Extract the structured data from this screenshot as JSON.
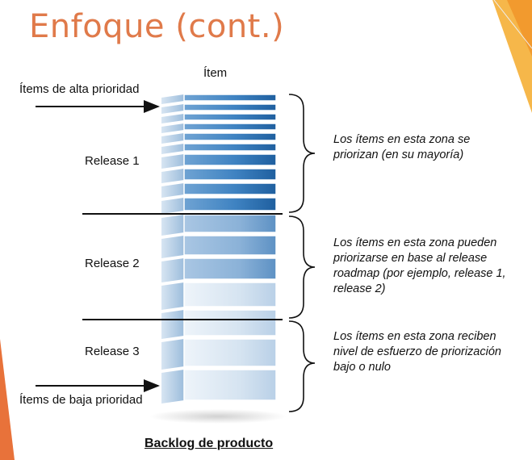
{
  "slide": {
    "title": "Enfoque (cont.)",
    "item_header": "Ítem",
    "caption": "Backlog de producto"
  },
  "arrows": {
    "high_priority": "Ítems de alta prioridad",
    "low_priority": "Ítems de baja prioridad"
  },
  "releases": [
    {
      "label": "Release 1"
    },
    {
      "label": "Release 2"
    },
    {
      "label": "Release 3"
    }
  ],
  "zones": [
    {
      "note": "Los ítems en esta zona se priorizan (en su mayoría)"
    },
    {
      "note": "Los ítems en esta zona pueden priorizarse en base al release roadmap (por ejemplo, release 1, release 2)"
    },
    {
      "note": "Los ítems en esta zona reciben nivel de esfuerzo de priorización bajo o nulo"
    }
  ],
  "colors": {
    "title": "#e07a4a",
    "accent_orange": "#f0a030",
    "stack_dark": "#2a6fb0",
    "stack_light": "#d8e6f3"
  }
}
